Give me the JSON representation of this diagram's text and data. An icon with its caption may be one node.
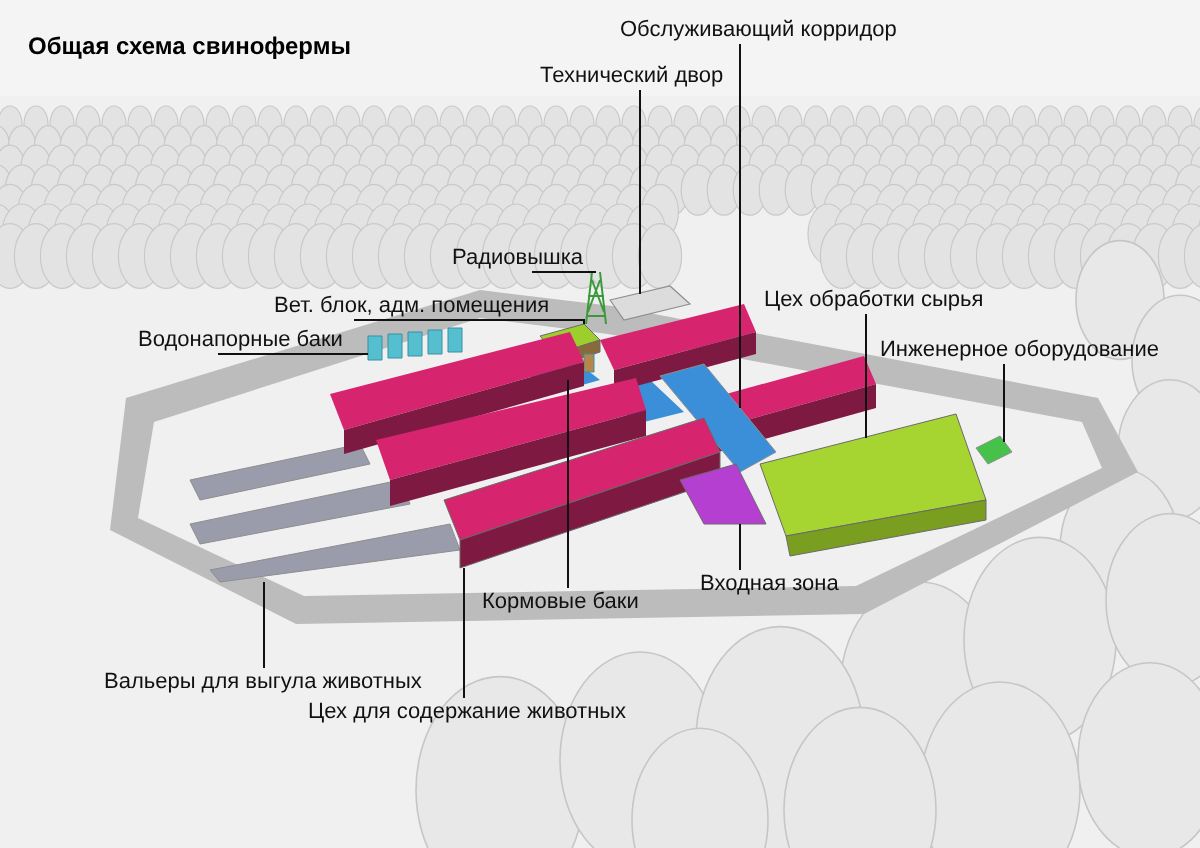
{
  "diagram": {
    "title": "Общая схема свинофермы",
    "nodes": [
      {
        "text": [
          "Обслуживающий корридор"
        ]
      },
      {
        "text": [
          "Технический двор"
        ]
      },
      {
        "text": [
          "Радиовышка"
        ]
      },
      {
        "text": [
          "Цех обработки сырья"
        ]
      },
      {
        "text": [
          "Вет. блок, адм. помещения"
        ]
      },
      {
        "text": [
          "Водонапорные баки"
        ]
      },
      {
        "text": [
          "Инженерное оборудование"
        ]
      },
      {
        "text": [
          "Входная зона"
        ]
      },
      {
        "text": [
          "Кормовые баки"
        ]
      },
      {
        "text": [
          "Вальеры для выгула животных"
        ]
      },
      {
        "text": [
          "Цех для содержание животных"
        ]
      },
      {
        "text": [],
        "shape": "tower"
      },
      {
        "text": [],
        "shape": "box"
      },
      {
        "text": [],
        "shape": "building"
      },
      {
        "text": [],
        "shape": "cylinder"
      },
      {
        "text": [],
        "shape": "cylinder"
      },
      {
        "text": [],
        "shape": "box"
      },
      {
        "text": [],
        "shape": "box"
      },
      {
        "text": [],
        "shape": "building"
      },
      {
        "text": [],
        "shape": "building"
      },
      {
        "text": [],
        "shape": "building"
      },
      {
        "text": [],
        "shape": "box"
      }
    ],
    "edges": [
      {
        "from": 0,
        "to": 16,
        "arrow": "none"
      },
      {
        "from": 1,
        "to": 12,
        "arrow": "none"
      },
      {
        "from": 2,
        "to": 11,
        "arrow": "none"
      },
      {
        "from": 3,
        "to": 18,
        "arrow": "none"
      },
      {
        "from": 4,
        "to": 13,
        "arrow": "none"
      },
      {
        "from": 5,
        "to": 14,
        "arrow": "none"
      },
      {
        "from": 6,
        "to": 17,
        "arrow": "none"
      },
      {
        "from": 7,
        "to": 19,
        "arrow": "none"
      },
      {
        "from": 8,
        "to": 15,
        "arrow": "none"
      },
      {
        "from": 9,
        "to": 21,
        "arrow": "none"
      },
      {
        "from": 10,
        "to": 20,
        "arrow": "none"
      }
    ]
  }
}
